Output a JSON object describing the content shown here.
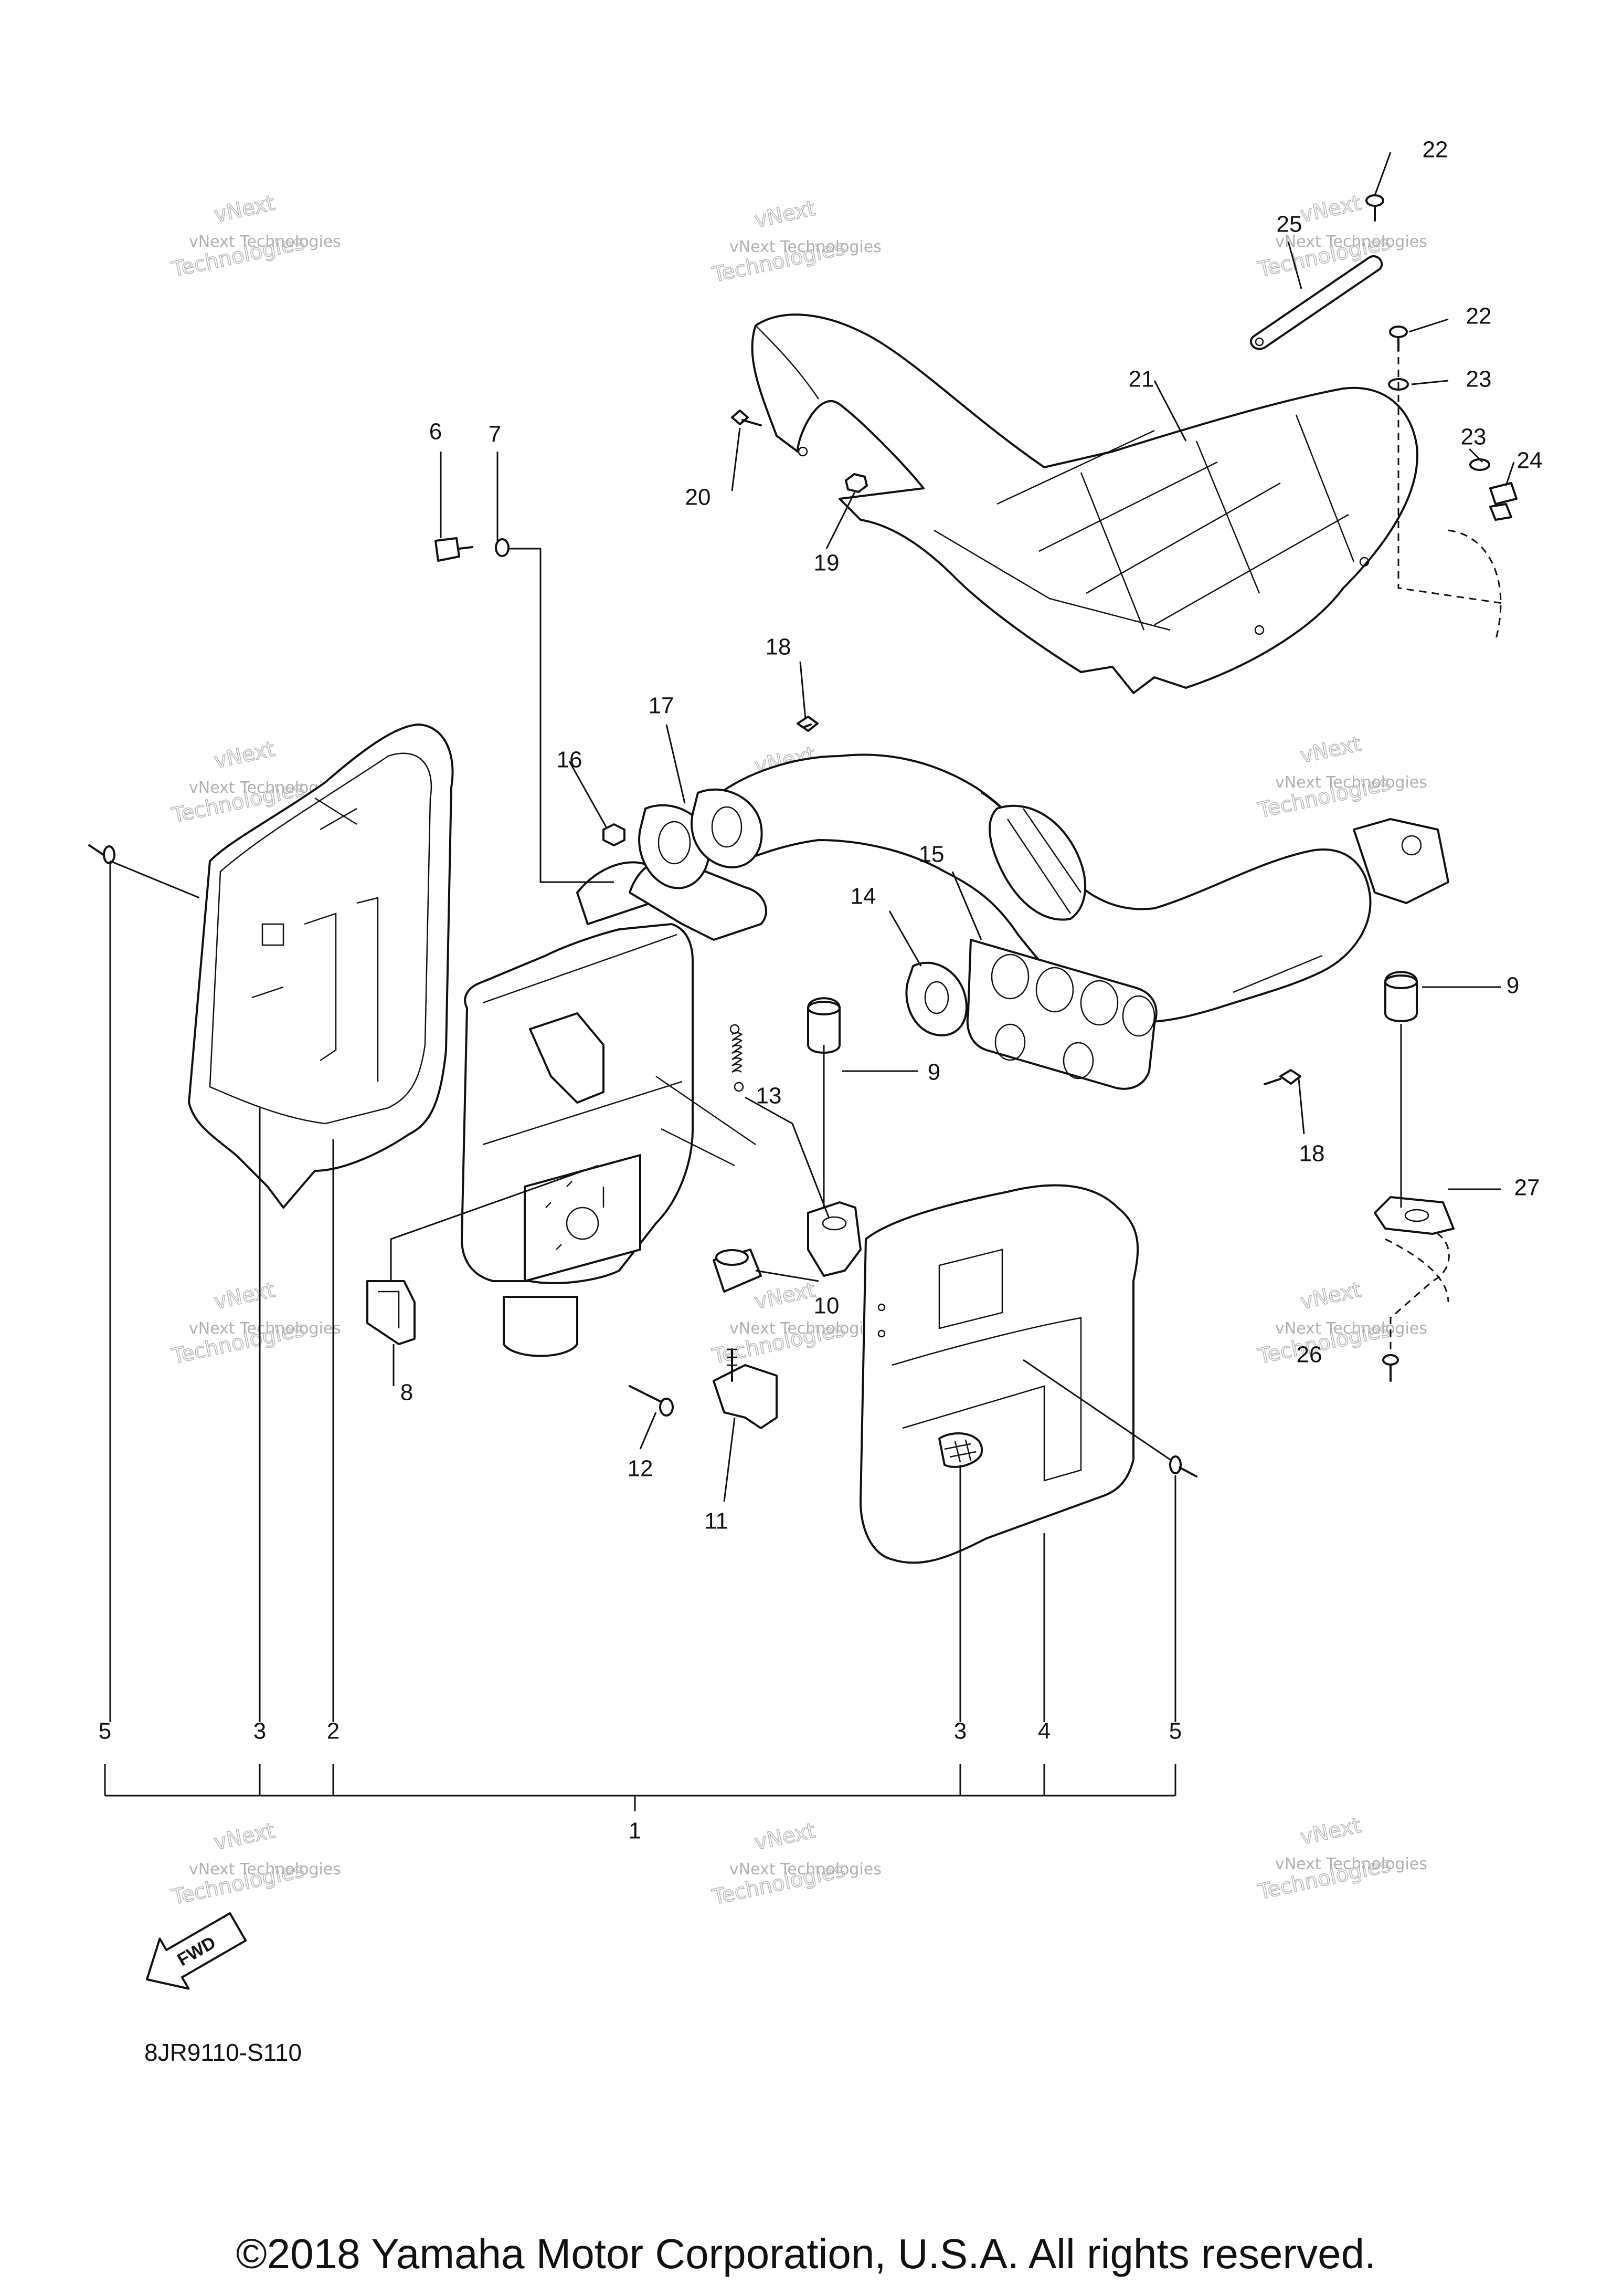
{
  "figure_code": "8JR9110-S110",
  "copyright": "©2018 Yamaha Motor Corporation, U.S.A. All rights reserved.",
  "fwd_label": "FWD",
  "watermark": {
    "line1": "vNext Technologies",
    "line2": "vNext",
    "line3": "Technologies"
  },
  "callouts": {
    "c1": "1",
    "c2": "2",
    "c3a": "3",
    "c3b": "3",
    "c4": "4",
    "c5a": "5",
    "c5b": "5",
    "c6": "6",
    "c7": "7",
    "c8": "8",
    "c9a": "9",
    "c9b": "9",
    "c10": "10",
    "c11": "11",
    "c12": "12",
    "c13": "13",
    "c14": "14",
    "c15": "15",
    "c16": "16",
    "c17": "17",
    "c18a": "18",
    "c18b": "18",
    "c19": "19",
    "c20": "20",
    "c21": "21",
    "c22a": "22",
    "c22b": "22",
    "c23a": "23",
    "c23b": "23",
    "c24": "24",
    "c25": "25",
    "c26": "26",
    "c27": "27"
  }
}
